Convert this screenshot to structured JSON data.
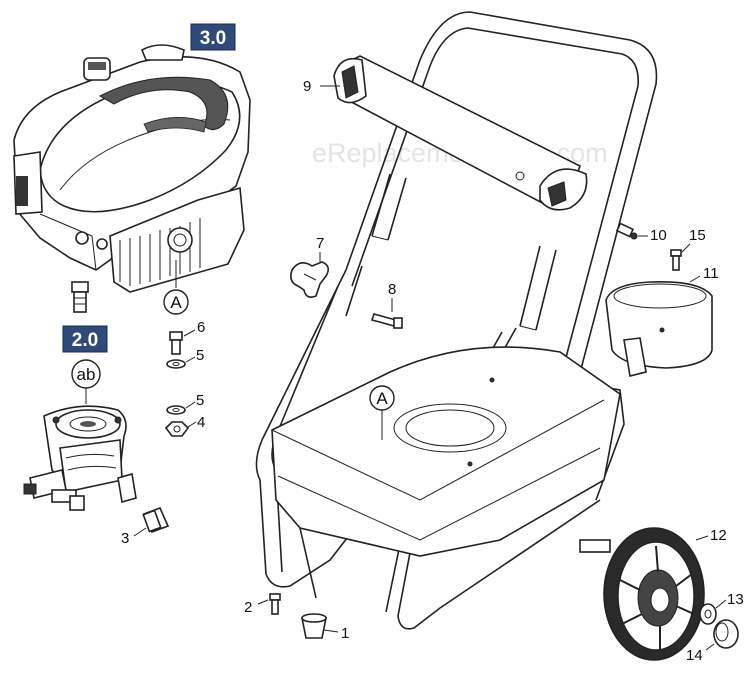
{
  "watermark": "eReplacementParts.com",
  "badges": {
    "engine": "3.0",
    "pump": "2.0"
  },
  "circle_labels": {
    "frame_ref": "A",
    "engine_ref": "A",
    "pump_ref": "ab"
  },
  "callouts": {
    "c1": "1",
    "c2": "2",
    "c3": "3",
    "c4": "4",
    "c5a": "5",
    "c5b": "5",
    "c6": "6",
    "c7": "7",
    "c8": "8",
    "c9": "9",
    "c10": "10",
    "c11": "11",
    "c12": "12",
    "c13": "13",
    "c14": "14",
    "c15": "15"
  },
  "colors": {
    "badge_fill": "#2f4a7a",
    "line": "#222222",
    "watermark": "#e4e4e4"
  }
}
